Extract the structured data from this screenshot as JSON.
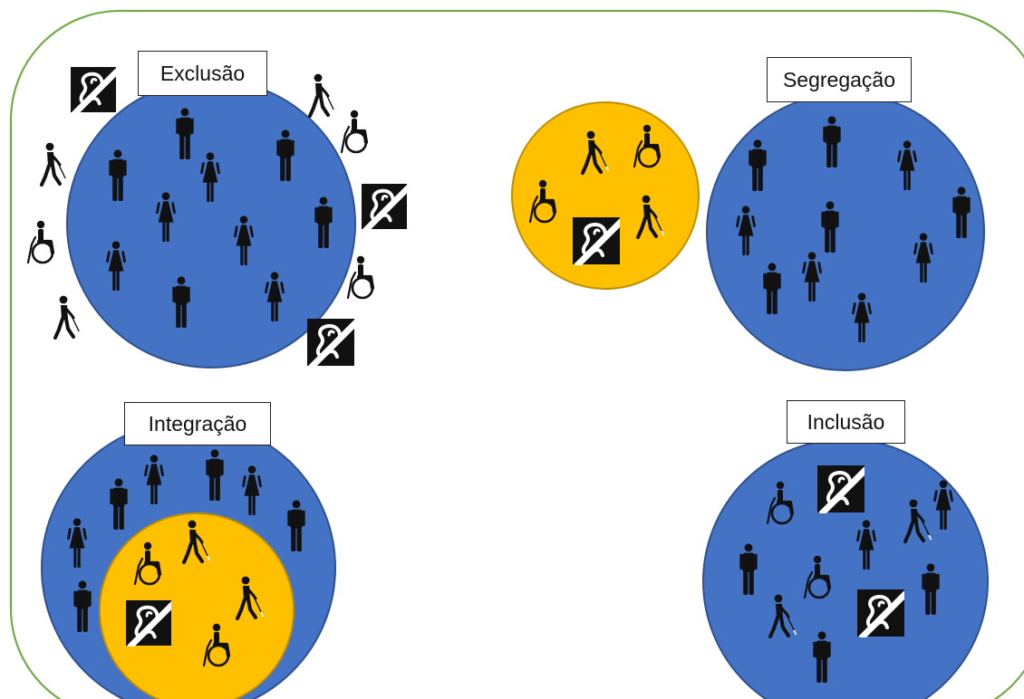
{
  "colors": {
    "frame_stroke": "#70ad47",
    "society_fill": "#4472c4",
    "society_stroke": "#2f528f",
    "group_fill": "#ffc000",
    "group_stroke": "#c09000",
    "figure": "#111111"
  },
  "icons": [
    "man-icon",
    "woman-icon",
    "wheelchair-icon",
    "blind-walker-icon",
    "deaf-ear-icon"
  ],
  "scenes": {
    "exclusion": {
      "label": "Exclusão"
    },
    "segregation": {
      "label": "Segregação"
    },
    "integration": {
      "label": "Integração"
    },
    "inclusion": {
      "label": "Inclusão"
    }
  }
}
